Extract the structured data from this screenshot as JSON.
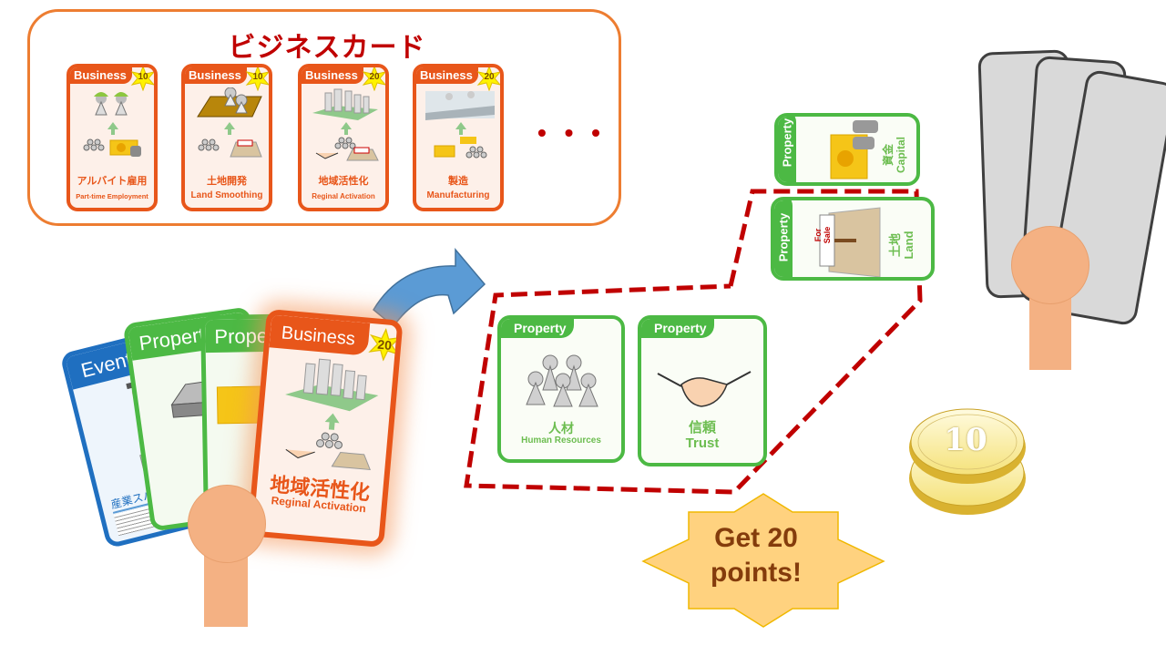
{
  "panel": {
    "title": "ビジネスカード",
    "more_indicator": "• • •",
    "cards": [
      {
        "type": "Business",
        "points": "10",
        "name_ja": "アルバイト雇用",
        "name_en": "Part-time Employment"
      },
      {
        "type": "Business",
        "points": "10",
        "name_ja": "土地開発",
        "name_en": "Land Smoothing"
      },
      {
        "type": "Business",
        "points": "20",
        "name_ja": "地域活性化",
        "name_en": "Reginal Activation"
      },
      {
        "type": "Business",
        "points": "20",
        "name_ja": "製造",
        "name_en": "Manufacturing"
      }
    ]
  },
  "player_hand": {
    "cards": [
      {
        "type": "Event",
        "text_ja": "産業スパイ"
      },
      {
        "type": "Property"
      },
      {
        "type": "Property"
      },
      {
        "type": "Business",
        "points": "20",
        "name_ja": "地域活性化",
        "name_en": "Reginal Activation",
        "highlighted": true
      }
    ]
  },
  "field": {
    "property_cards": [
      {
        "type": "Property",
        "name_ja": "資金",
        "name_en": "Capital",
        "selected": false
      },
      {
        "type": "Property",
        "name_ja": "土地",
        "name_en": "Land",
        "selected": true
      },
      {
        "type": "Property",
        "name_ja": "人材",
        "name_en": "Human Resources",
        "selected": true
      },
      {
        "type": "Property",
        "name_ja": "信頼",
        "name_en": "Trust",
        "selected": true
      }
    ],
    "for_sale_sign": "For Sale"
  },
  "reward": {
    "burst_line1": "Get 20",
    "burst_line2": "points!",
    "coin_value": "10",
    "coin_count": 2
  },
  "opponent": {
    "hidden_cards": 3
  },
  "colors": {
    "business": "#e8561a",
    "property": "#4cb944",
    "event": "#1f6fc0",
    "selection": "#c00000",
    "arrow": "#5b9bd5",
    "hand": "#f4b183",
    "burst": "#ffd27f",
    "burst_text": "#843c0c",
    "panel_border": "#ed7d31"
  }
}
